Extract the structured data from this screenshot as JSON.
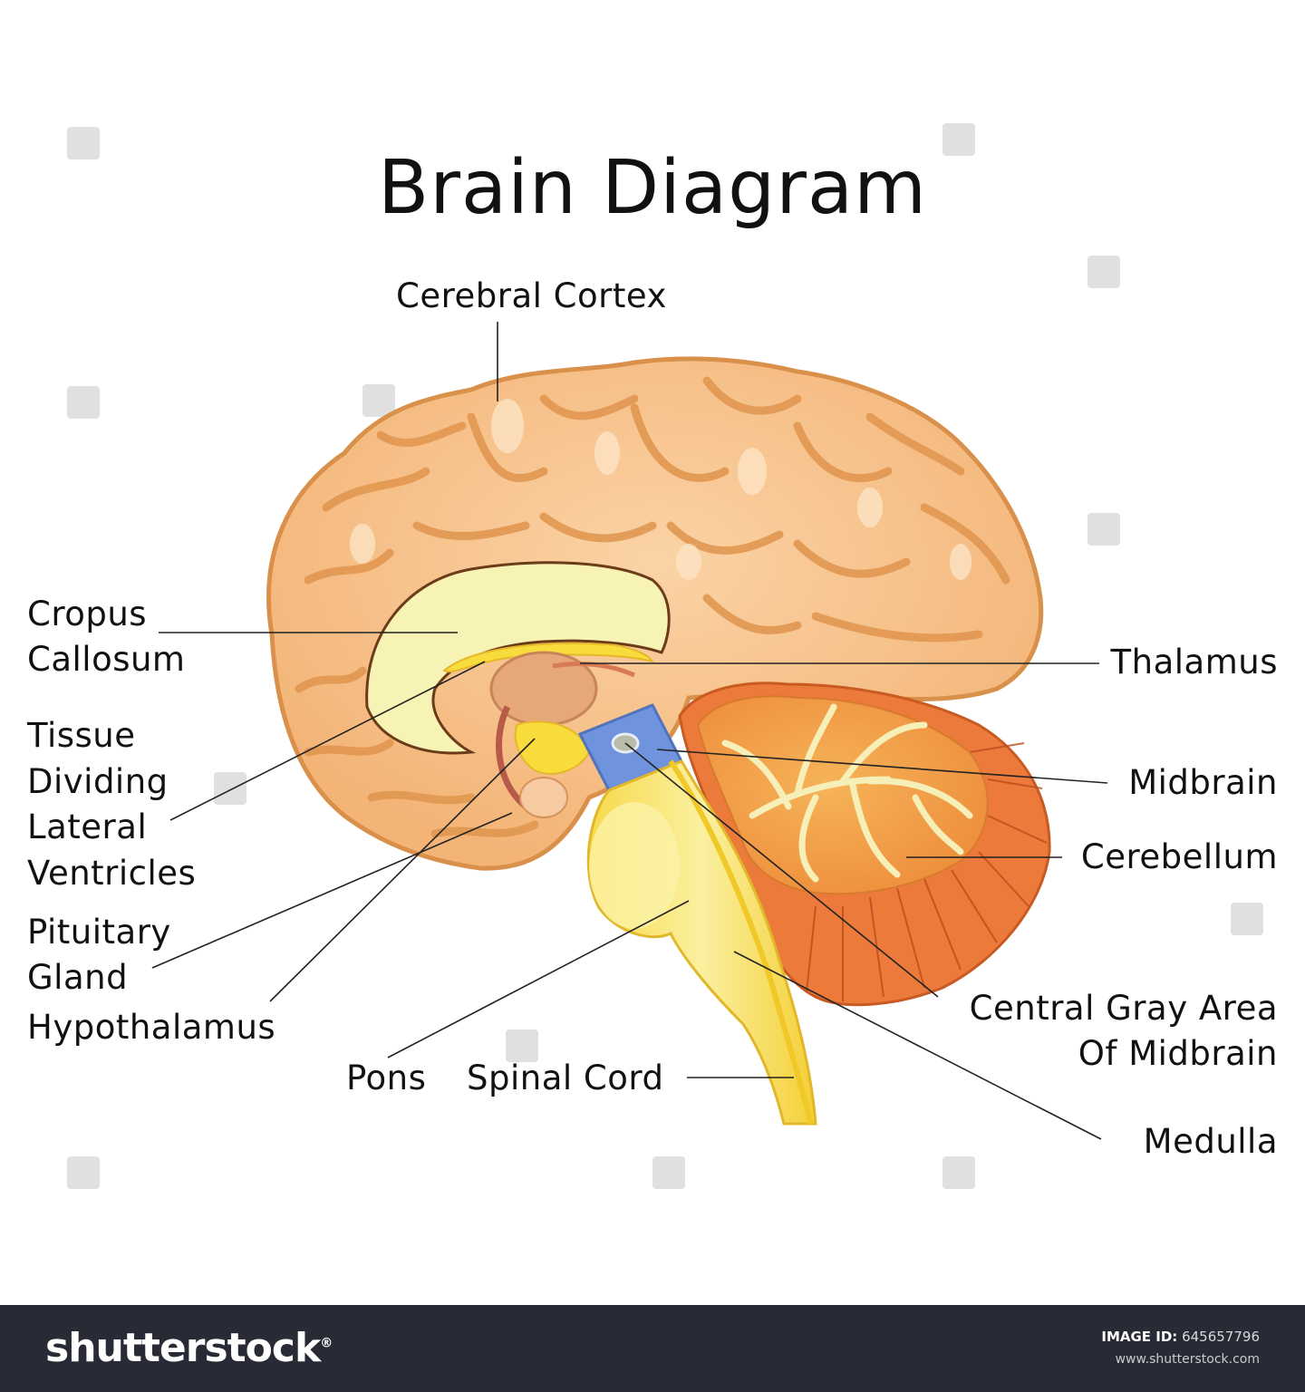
{
  "title": "Brain Diagram",
  "labels": {
    "cerebral_cortex": "Cerebral Cortex",
    "cropus_callosum_line1": "Cropus",
    "cropus_callosum_line2": "Callosum",
    "tissue_line1": "Tissue",
    "tissue_line2": "Dividing",
    "tissue_line3": "Lateral",
    "tissue_line4": "Ventricles",
    "pituitary_line1": "Pituitary",
    "pituitary_line2": "Gland",
    "hypothalamus": "Hypothalamus",
    "pons": "Pons",
    "spinal_cord": "Spinal Cord",
    "thalamus": "Thalamus",
    "midbrain": "Midbrain",
    "cerebellum": "Cerebellum",
    "central_gray_line1": "Central Gray Area",
    "central_gray_line2": "Of Midbrain",
    "medulla": "Medulla"
  },
  "colors": {
    "cortex": "#f8c48e",
    "cortex_shadow": "#e29a52",
    "cortex_highlight": "#fde4c4",
    "corpus_callosum": "#f6f3b4",
    "thalamus": "#e6a878",
    "yellow_structures": "#f8dc3c",
    "midbrain_blue": "#6f93dc",
    "cerebellum_outer": "#ec7a3a",
    "cerebellum_inner": "#f4a34a",
    "arbor_vitae": "#f7efb8",
    "brainstem": "#f9e26a",
    "footer_bg": "#282b36"
  },
  "footer": {
    "brand": "shutterstock",
    "brand_mark": "®",
    "image_id_label": "IMAGE ID:",
    "image_id_value": "645657796",
    "website": "www.shutterstock.com"
  }
}
